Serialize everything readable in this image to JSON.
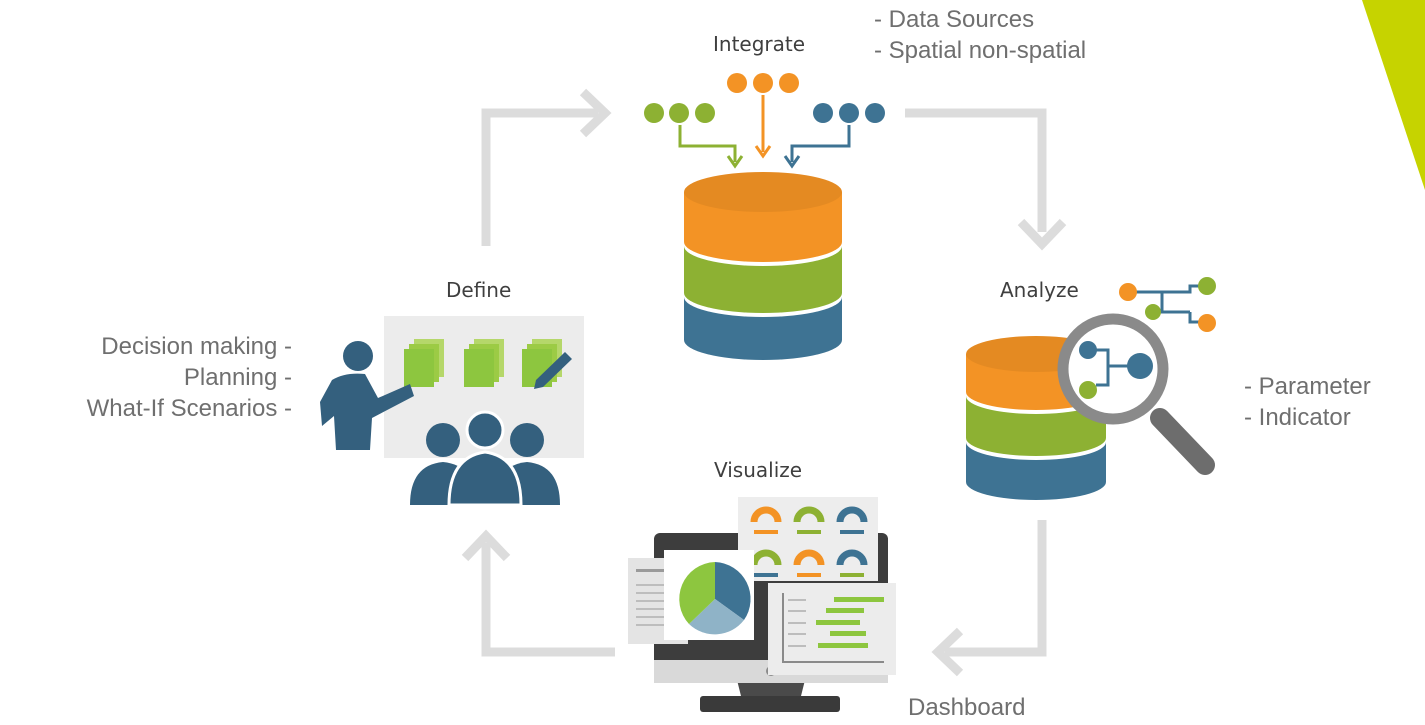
{
  "stages": {
    "integrate": "Integrate",
    "define": "Define",
    "analyze": "Analyze",
    "visualize": "Visualize"
  },
  "notes": {
    "integrate": [
      "- Data Sources",
      "- Spatial non-spatial"
    ],
    "define": [
      "Decision making -",
      "Planning -",
      "What-If Scenarios -"
    ],
    "analyze": [
      "- Parameter",
      "- Indicator"
    ],
    "visualize": "Dashboard"
  },
  "colors": {
    "orange": "#f39325",
    "green": "#8db133",
    "blue": "#3e7393",
    "person": "#34607e",
    "cycle_arrow": "#dcdcdc",
    "accent": "#c6d300"
  }
}
